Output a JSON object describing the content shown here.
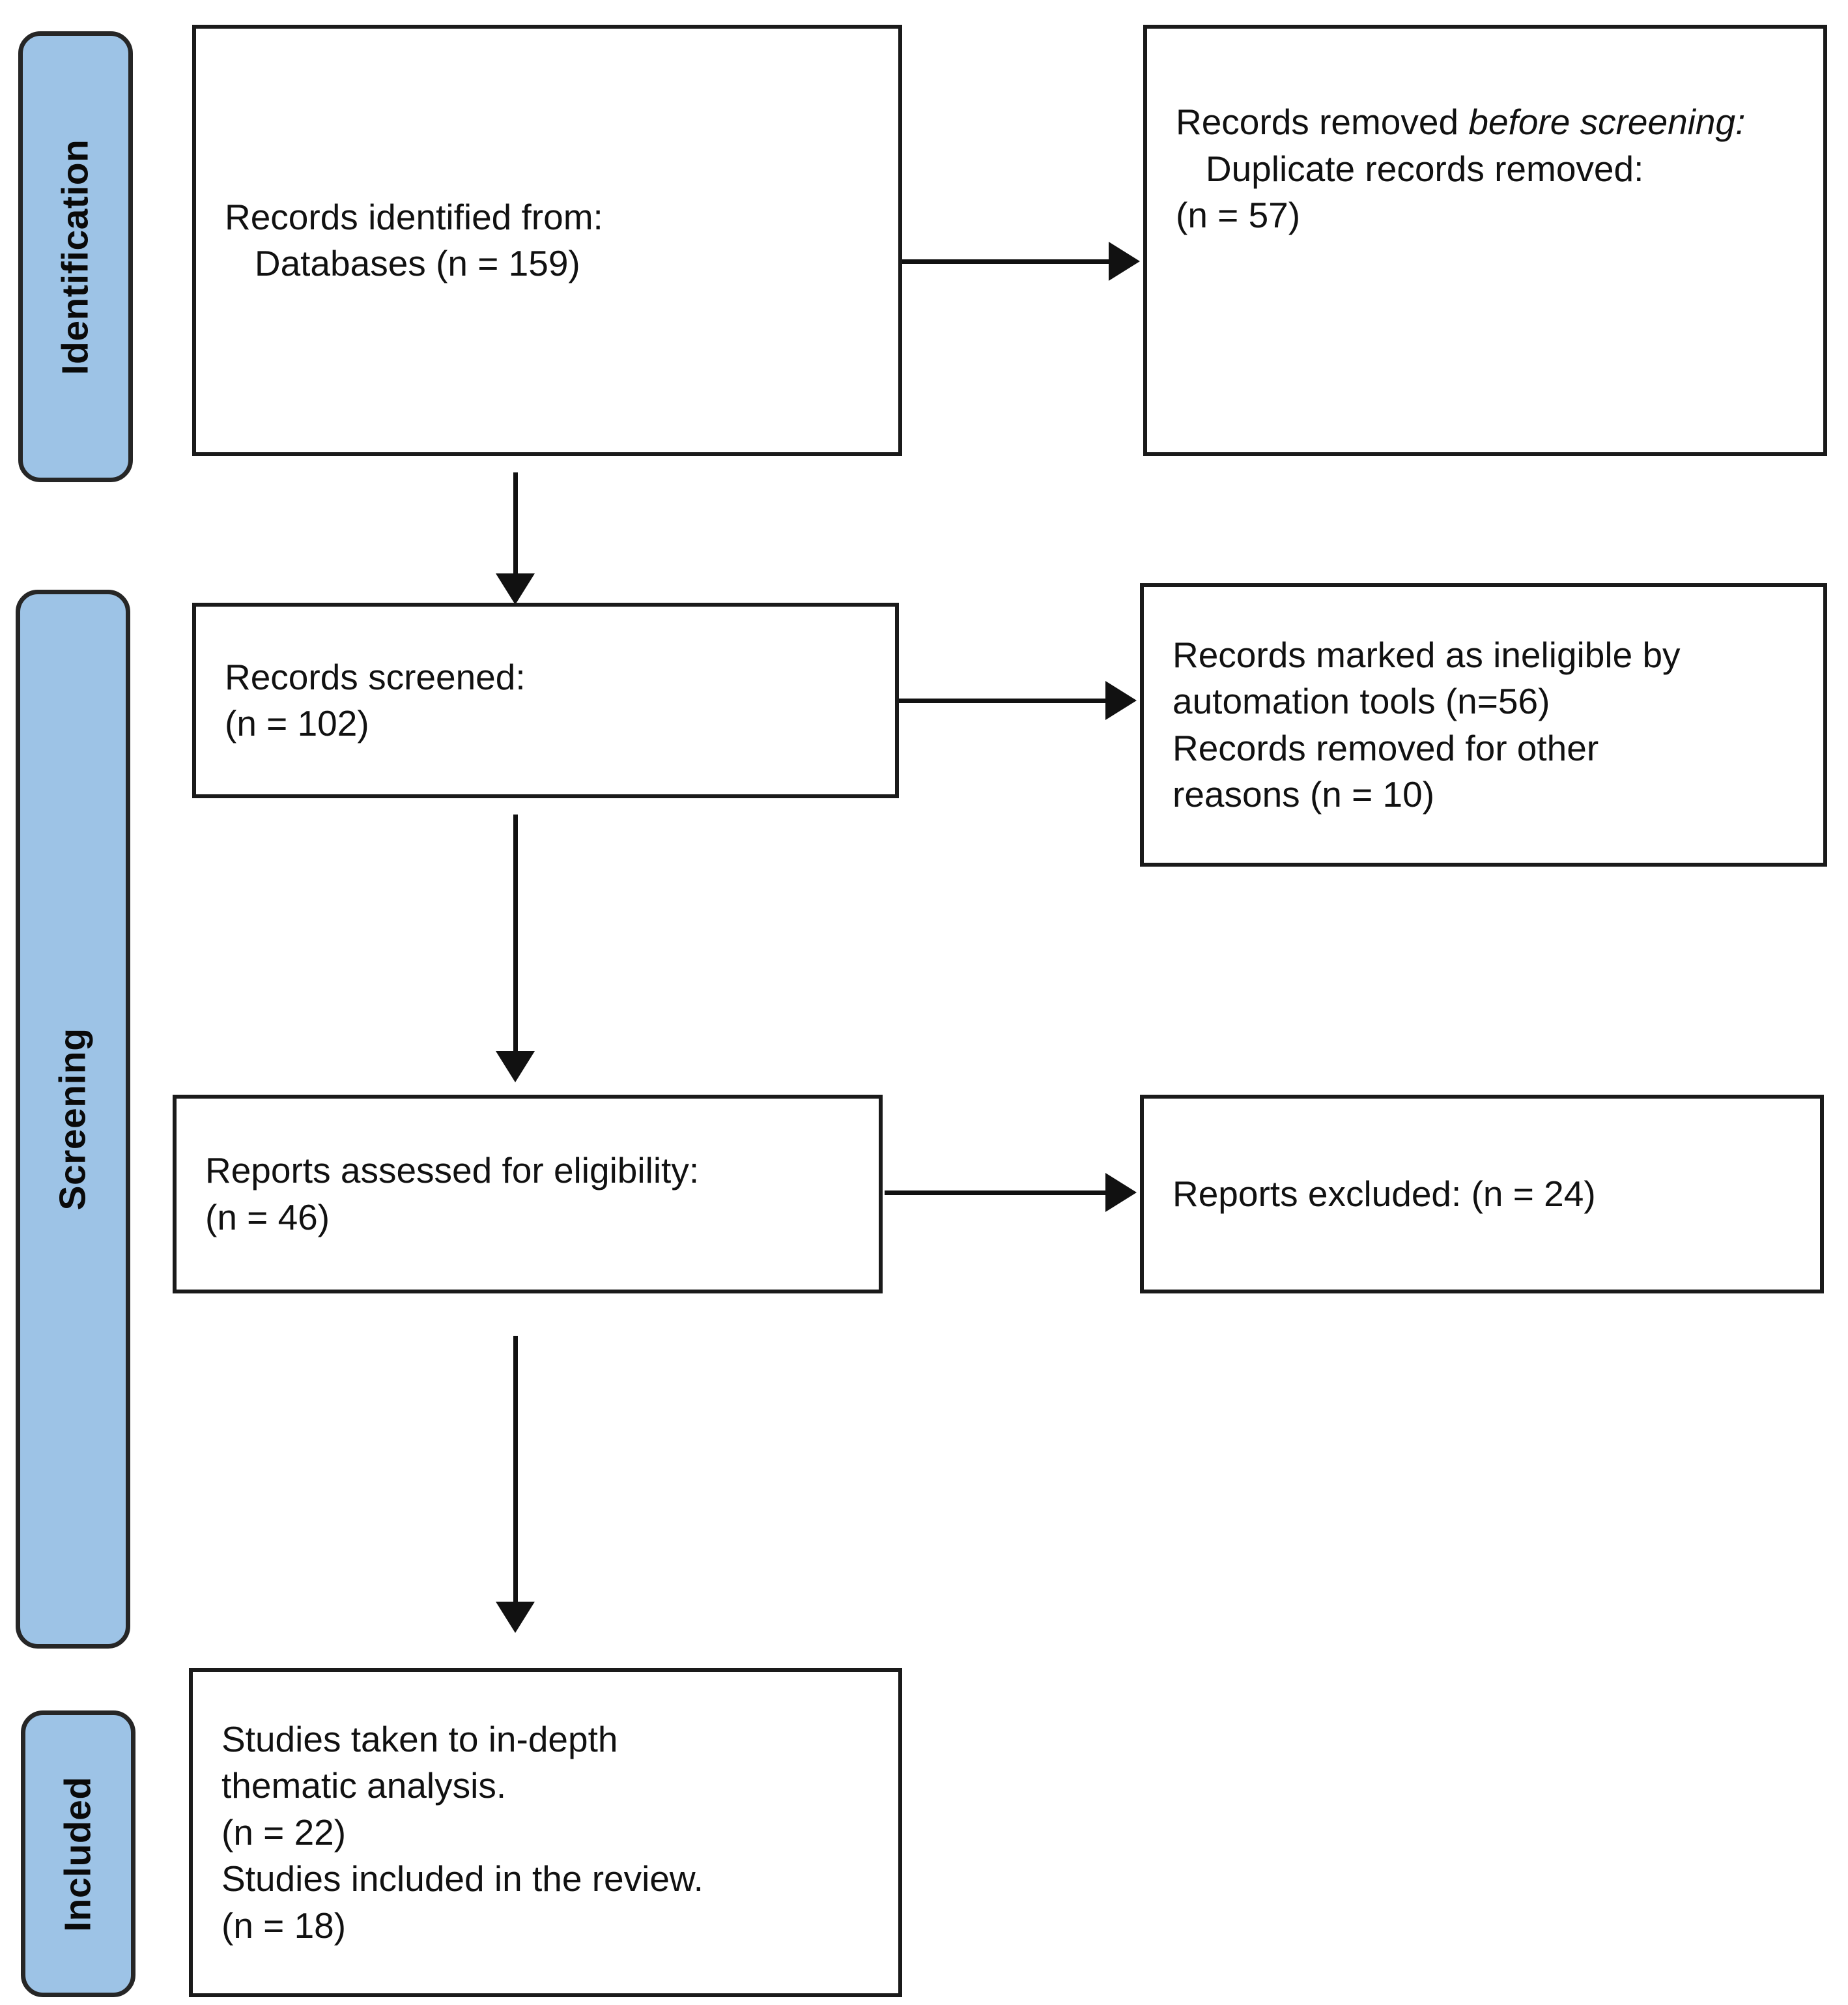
{
  "diagram": {
    "title": "PRISMA flow diagram",
    "accent_color": "#9DC3E6",
    "line_color": "#111111",
    "background": "#ffffff"
  },
  "stages": [
    {
      "id": "identification",
      "label": "Identification"
    },
    {
      "id": "screening",
      "label": "Screening"
    },
    {
      "id": "included",
      "label": "Included"
    }
  ],
  "boxes": {
    "records_identified": {
      "line1": "Records identified from:",
      "line2": "   Databases (n = 159)",
      "text": "Records identified from:\n   Databases (n = 159)"
    },
    "records_removed_before_screening": {
      "lead": "Records removed ",
      "emphasis": "before screening:",
      "detail": "   Duplicate records removed:\n(n = 57)"
    },
    "records_screened": {
      "text": "Records screened:\n(n = 102)"
    },
    "records_excluded_automation": {
      "text": "Records marked as ineligible by\nautomation tools (n=56)\nRecords removed for other\nreasons (n = 10)"
    },
    "reports_assessed": {
      "text": "Reports assessed for eligibility:\n(n = 46)"
    },
    "reports_excluded": {
      "text": "Reports excluded: (n = 24)"
    },
    "studies_included": {
      "text": "Studies taken to in-depth\nthematic analysis.\n(n = 22)\nStudies included in the review.\n(n = 18)"
    }
  },
  "counts": {
    "databases_identified": 159,
    "duplicates_removed": 57,
    "records_screened": 102,
    "ineligible_by_automation": 56,
    "removed_other_reasons": 10,
    "reports_assessed": 46,
    "reports_excluded": 24,
    "thematic_analysis": 22,
    "included_in_review": 18
  }
}
